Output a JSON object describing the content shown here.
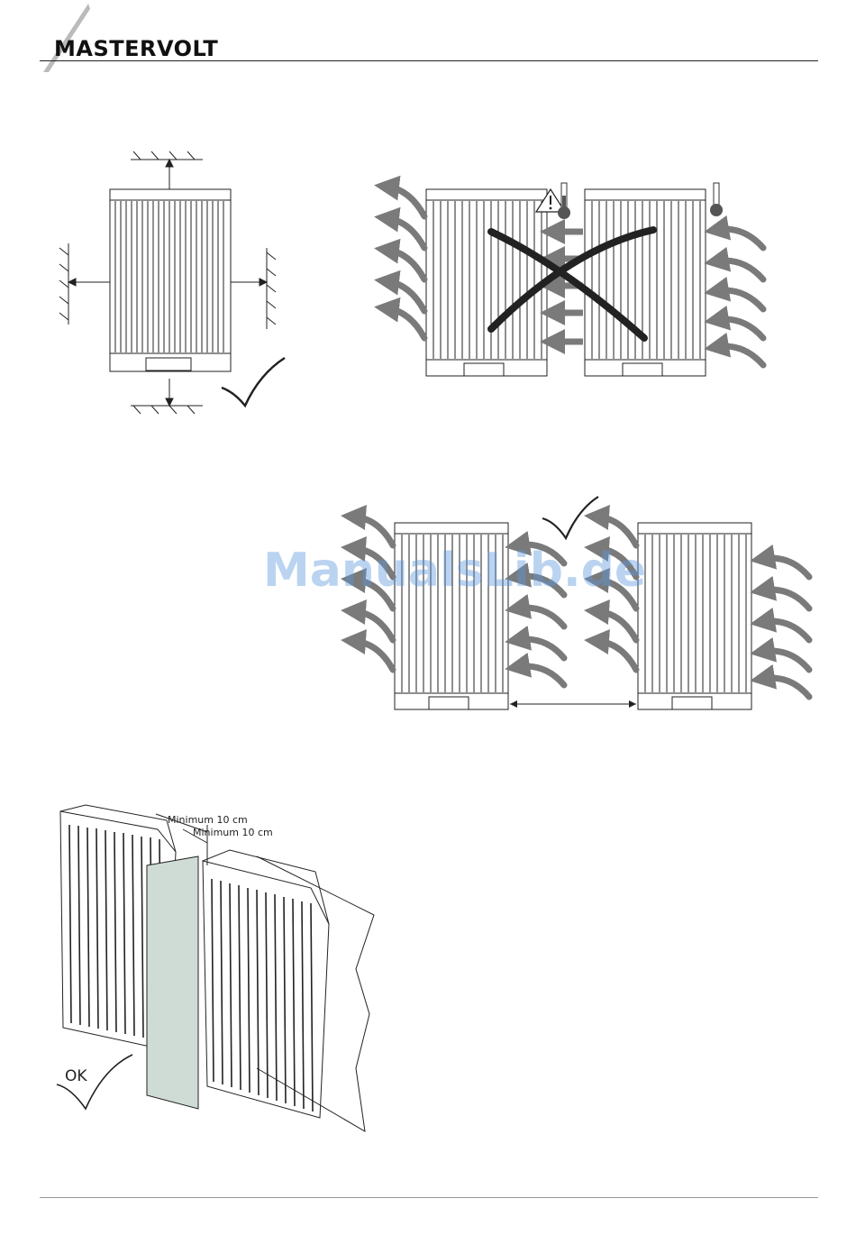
{
  "header": {
    "brand": "MASTERVOLT"
  },
  "watermark": {
    "text": "ManualsLib.de"
  },
  "figures": {
    "fig4": {
      "dimension_1": "Minimum 10 cm",
      "dimension_2": "Minimum 10 cm",
      "ok_label": "OK"
    }
  },
  "colors": {
    "rule": "#222222",
    "arrows": "#7a7a7a",
    "partition": "#cfdcd6",
    "watermark": "#5a96dc"
  }
}
